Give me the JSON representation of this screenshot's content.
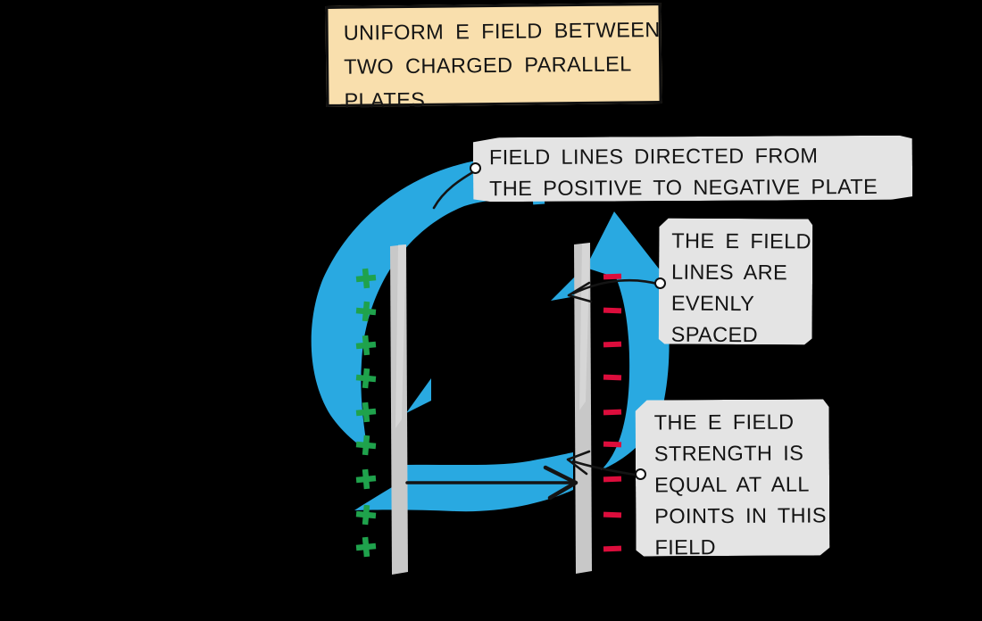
{
  "title_box": {
    "lines": [
      "UNIFORM E FIELD BETWEEN",
      "TWO CHARGED PARALLEL",
      "PLATES"
    ]
  },
  "callouts": [
    {
      "id": "field-lines-direction",
      "lines": [
        "FIELD LINES DIRECTED FROM",
        "THE POSITIVE TO NEGATIVE PLATE"
      ]
    },
    {
      "id": "evenly-spaced",
      "lines": [
        "THE E FIELD",
        "LINES ARE",
        "EVENLY",
        "SPACED"
      ]
    },
    {
      "id": "equal-strength",
      "lines": [
        "THE E FIELD",
        "STRENGTH IS",
        "EQUAL AT ALL",
        "POINTS IN THIS",
        "FIELD"
      ]
    }
  ],
  "plates": {
    "left": {
      "polarity": "positive",
      "charge_symbol": "+",
      "charge_count": 9
    },
    "right": {
      "polarity": "negative",
      "charge_symbol": "−",
      "charge_count": 9
    }
  },
  "colors": {
    "background": "#000000",
    "blue_arrow": "#29A9E1",
    "positive_green": "#1FA24C",
    "negative_red": "#DC0D3C",
    "plate_gray": "#C8C8C8",
    "callout_bg": "#E4E4E4",
    "title_bg": "#F9DFAD",
    "line_black": "#141414"
  }
}
